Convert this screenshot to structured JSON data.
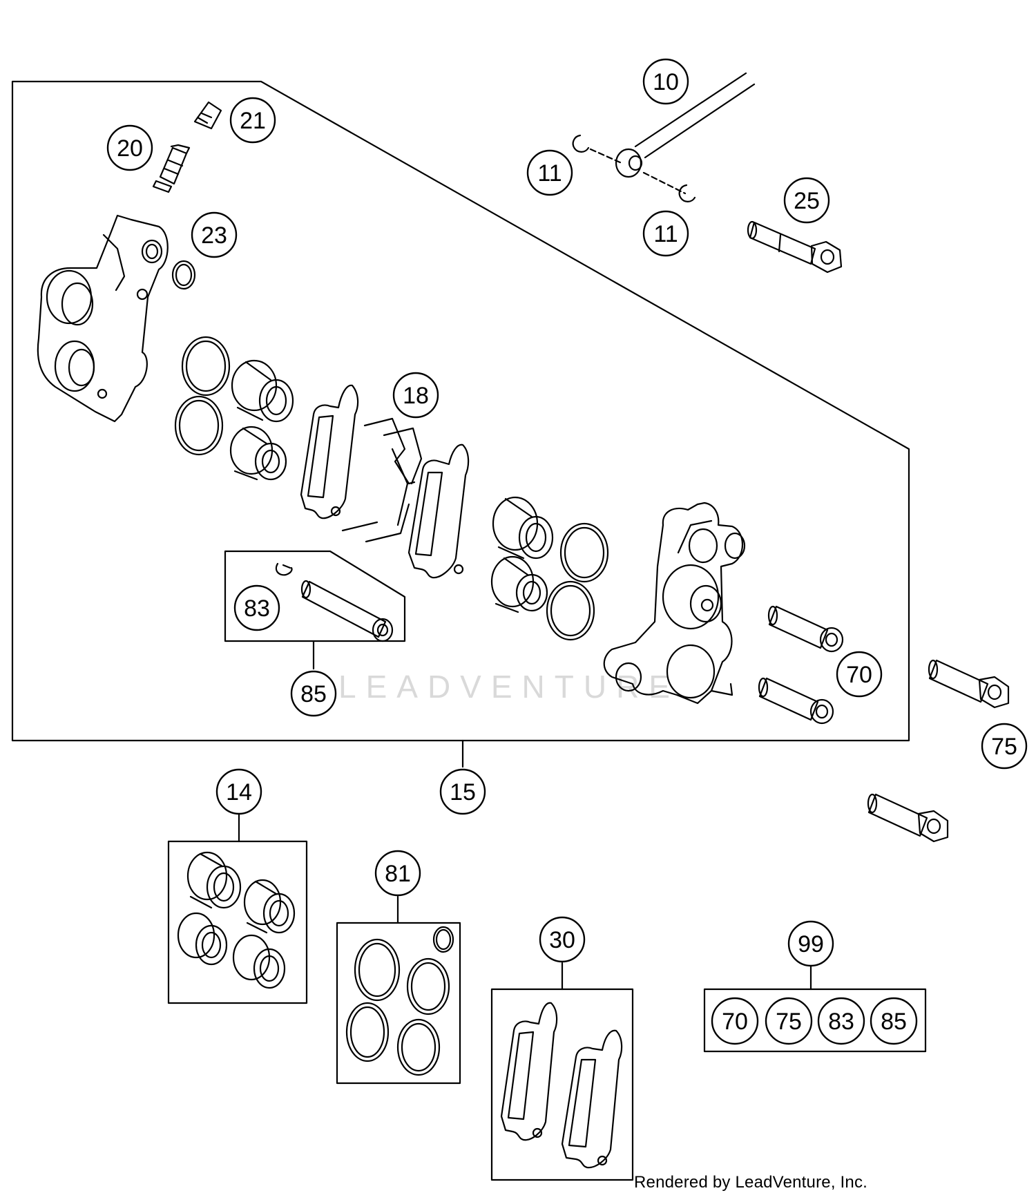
{
  "callouts": [
    {
      "id": "c10",
      "label": "10"
    },
    {
      "id": "c11a",
      "label": "11"
    },
    {
      "id": "c11b",
      "label": "11"
    },
    {
      "id": "c14",
      "label": "14"
    },
    {
      "id": "c15",
      "label": "15"
    },
    {
      "id": "c18",
      "label": "18"
    },
    {
      "id": "c20",
      "label": "20"
    },
    {
      "id": "c21",
      "label": "21"
    },
    {
      "id": "c23",
      "label": "23"
    },
    {
      "id": "c25",
      "label": "25"
    },
    {
      "id": "c30",
      "label": "30"
    },
    {
      "id": "c70",
      "label": "70"
    },
    {
      "id": "c75",
      "label": "75"
    },
    {
      "id": "c81",
      "label": "81"
    },
    {
      "id": "c83",
      "label": "83"
    },
    {
      "id": "c85",
      "label": "85"
    },
    {
      "id": "c99",
      "label": "99"
    },
    {
      "id": "c99_70",
      "label": "70"
    },
    {
      "id": "c99_75",
      "label": "75"
    },
    {
      "id": "c99_83",
      "label": "83"
    },
    {
      "id": "c99_85",
      "label": "85"
    }
  ],
  "watermark": "LEADVENTURE",
  "footer": {
    "credit": "Rendered by LeadVenture, Inc."
  },
  "colors": {
    "ink": "#000000",
    "watermark": "#d9d9d9",
    "background": "#ffffff"
  }
}
